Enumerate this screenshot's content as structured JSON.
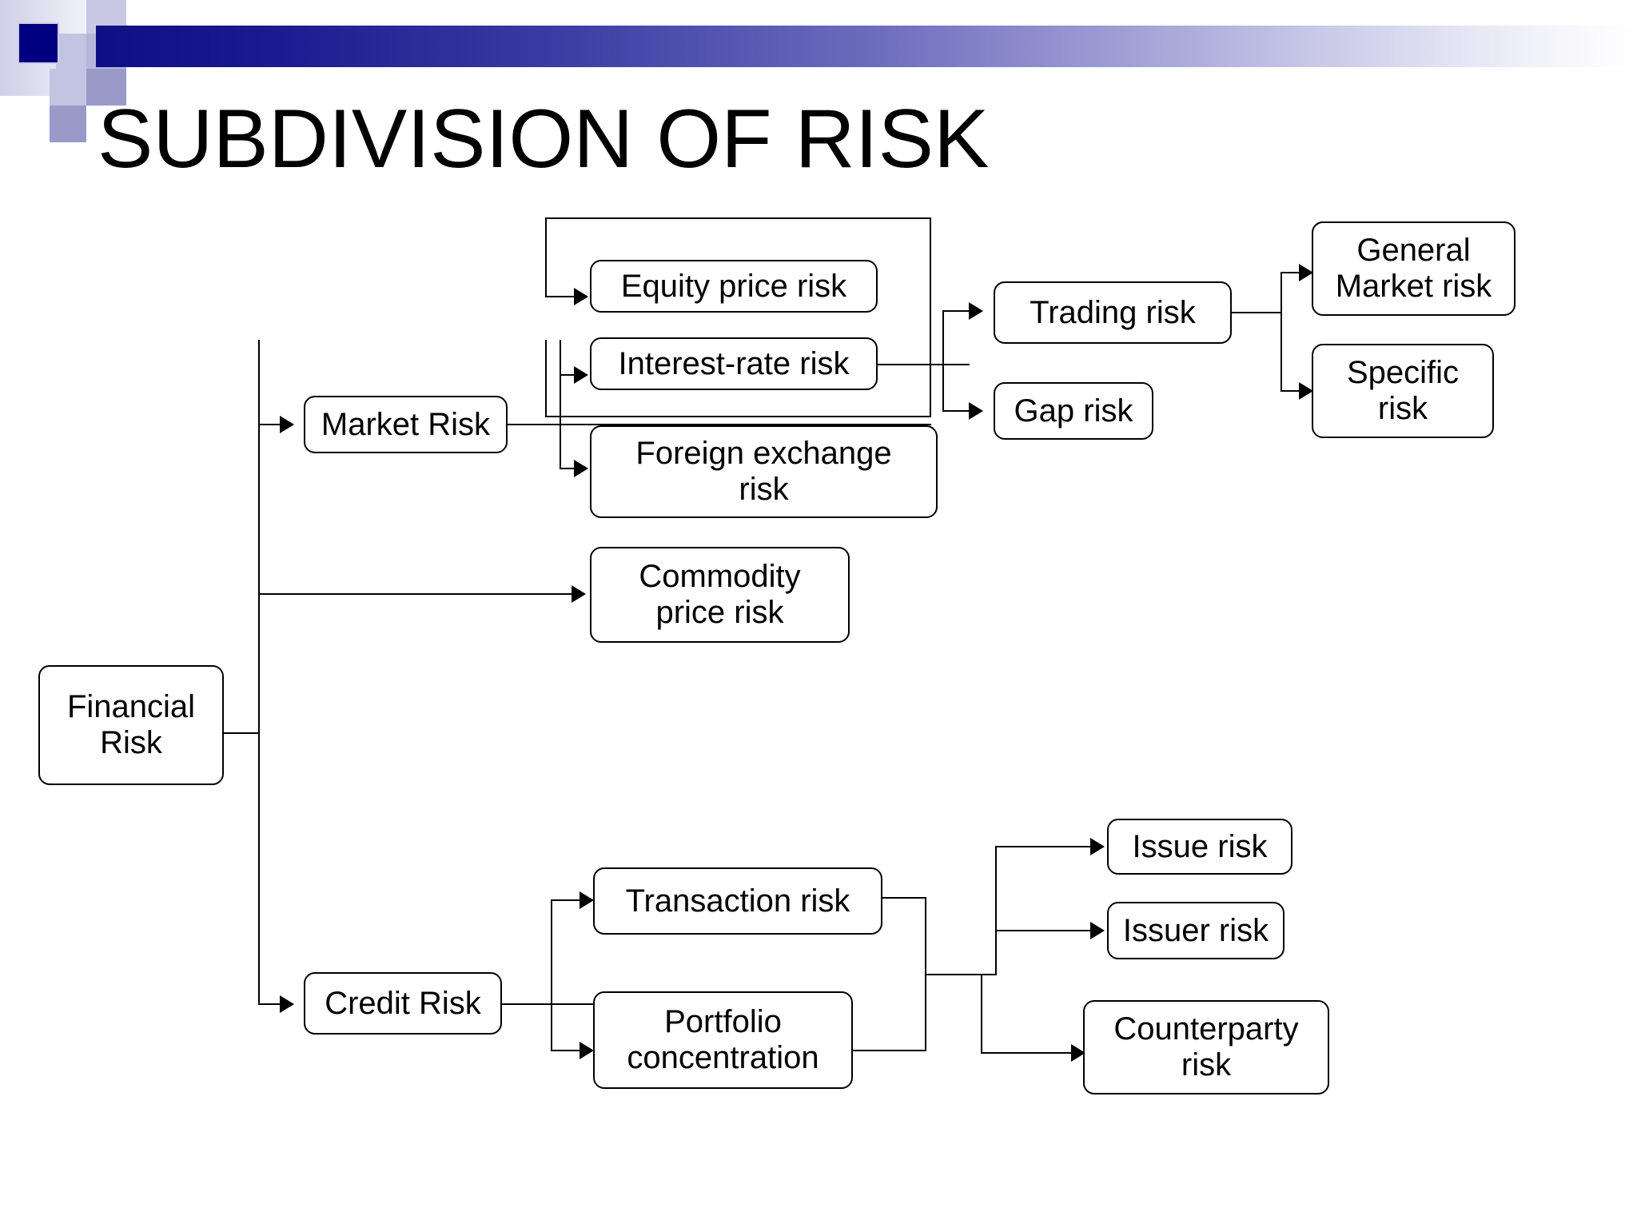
{
  "slide": {
    "title": "SUBDIVISION OF RISK",
    "background_color": "#ffffff",
    "accent_color": "#0e0e86",
    "accent_light_color": "#9d9dd4",
    "line_color": "#000000"
  },
  "header": {
    "decoration_name": "powerpoint-checkerboard-banner",
    "bar_gradient_from": "#0e0e86",
    "bar_gradient_to": "#ffffff",
    "squares": [
      {
        "name": "square-dark-navy",
        "color": "#000080"
      },
      {
        "name": "square-pale-lavender",
        "color": "#c8c8e4"
      },
      {
        "name": "square-medium-lavender",
        "color": "#9a9ac8"
      },
      {
        "name": "square-light-periwinkle",
        "color": "#b6b6dc"
      },
      {
        "name": "square-deep-navy",
        "color": "#0e0e86"
      }
    ]
  },
  "chart_data": {
    "type": "tree-diagram",
    "title": "SUBDIVISION OF RISK",
    "root": "Financial Risk",
    "nodes": [
      {
        "id": "financial-risk",
        "label": "Financial\nRisk",
        "level": 0
      },
      {
        "id": "market-risk",
        "label": "Market Risk",
        "level": 1
      },
      {
        "id": "credit-risk",
        "label": "Credit Risk",
        "level": 1
      },
      {
        "id": "commodity-price-risk",
        "label": "Commodity\nprice risk",
        "level": 2
      },
      {
        "id": "equity-price-risk",
        "label": "Equity price risk",
        "level": 2
      },
      {
        "id": "interest-rate-risk",
        "label": "Interest-rate risk",
        "level": 2
      },
      {
        "id": "foreign-exchange-risk",
        "label": "Foreign exchange\nrisk",
        "level": 2
      },
      {
        "id": "trading-risk",
        "label": "Trading risk",
        "level": 3
      },
      {
        "id": "gap-risk",
        "label": "Gap risk",
        "level": 3
      },
      {
        "id": "general-market-risk",
        "label": "General\nMarket risk",
        "level": 4
      },
      {
        "id": "specific-risk",
        "label": "Specific\nrisk",
        "level": 4
      },
      {
        "id": "transaction-risk",
        "label": "Transaction risk",
        "level": 2
      },
      {
        "id": "portfolio-concentration",
        "label": "Portfolio\nconcentration",
        "level": 2
      },
      {
        "id": "issue-risk",
        "label": "Issue risk",
        "level": 3
      },
      {
        "id": "issuer-risk",
        "label": "Issuer risk",
        "level": 3
      },
      {
        "id": "counterparty-risk",
        "label": "Counterparty\nrisk",
        "level": 3
      }
    ],
    "edges": [
      {
        "from": "financial-risk",
        "to": "market-risk"
      },
      {
        "from": "financial-risk",
        "to": "commodity-price-risk"
      },
      {
        "from": "financial-risk",
        "to": "credit-risk"
      },
      {
        "from": "market-risk",
        "to": "equity-price-risk"
      },
      {
        "from": "market-risk",
        "to": "interest-rate-risk"
      },
      {
        "from": "market-risk",
        "to": "foreign-exchange-risk"
      },
      {
        "from": "equity-price-risk",
        "to": "trading-risk"
      },
      {
        "from": "equity-price-risk",
        "to": "gap-risk"
      },
      {
        "from": "interest-rate-risk",
        "to": "trading-risk"
      },
      {
        "from": "interest-rate-risk",
        "to": "gap-risk"
      },
      {
        "from": "trading-risk",
        "to": "general-market-risk"
      },
      {
        "from": "trading-risk",
        "to": "specific-risk"
      },
      {
        "from": "credit-risk",
        "to": "transaction-risk"
      },
      {
        "from": "credit-risk",
        "to": "portfolio-concentration"
      },
      {
        "from": "transaction-risk",
        "to": "issue-risk"
      },
      {
        "from": "transaction-risk",
        "to": "issuer-risk"
      },
      {
        "from": "transaction-risk",
        "to": "counterparty-risk"
      },
      {
        "from": "portfolio-concentration",
        "to": "issue-risk"
      },
      {
        "from": "portfolio-concentration",
        "to": "issuer-risk"
      },
      {
        "from": "portfolio-concentration",
        "to": "counterparty-risk"
      }
    ]
  }
}
